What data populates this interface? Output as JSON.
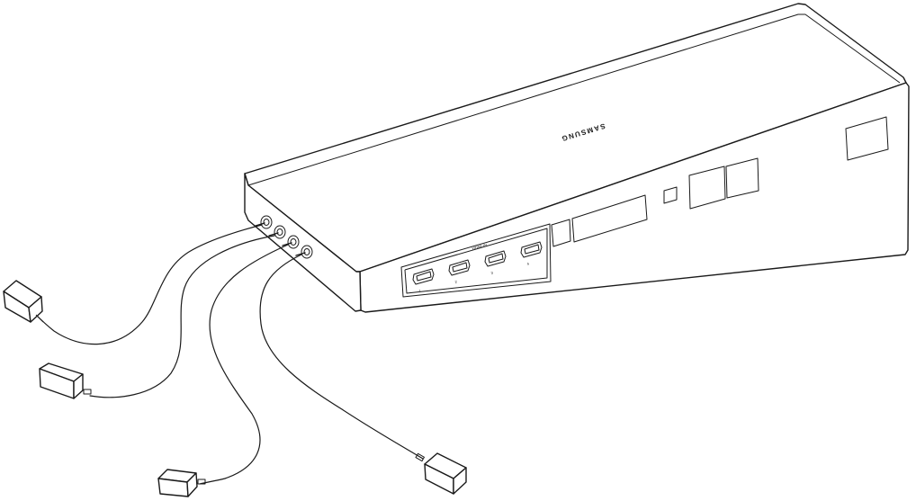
{
  "brand": {
    "logo_text": "SAMSUNG"
  },
  "ports": {
    "group_label": "HDMI IN",
    "hdmi": [
      "1",
      "2",
      "3",
      "4"
    ]
  },
  "cables": {
    "count": 4
  }
}
